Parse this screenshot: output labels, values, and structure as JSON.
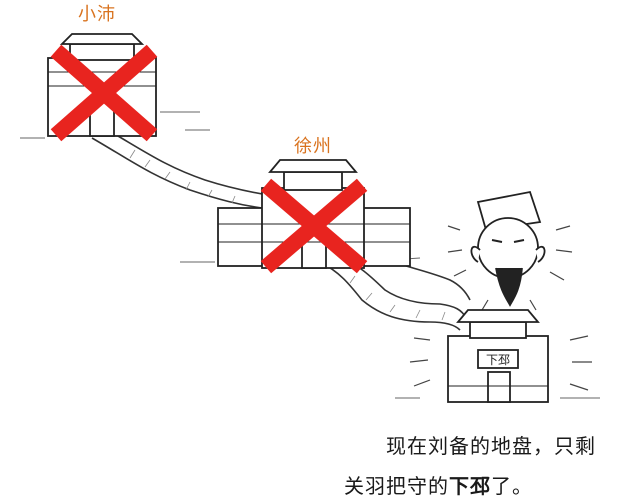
{
  "labels": {
    "xiaopei": "小沛",
    "xuzhou": "徐州",
    "xiapi_sign": "下邳"
  },
  "caption": {
    "line1": "现在刘备的地盘，只剩",
    "line2_prefix": "关羽把守的",
    "line2_bold": "下邳",
    "line2_suffix": "了。"
  },
  "colors": {
    "label": "#d9731f",
    "cross": "#e8241f",
    "ink": "#1a1a1a"
  },
  "icons": {
    "cross_mark": "red-x-cross",
    "gate": "city-gate",
    "character": "bearded-official"
  }
}
